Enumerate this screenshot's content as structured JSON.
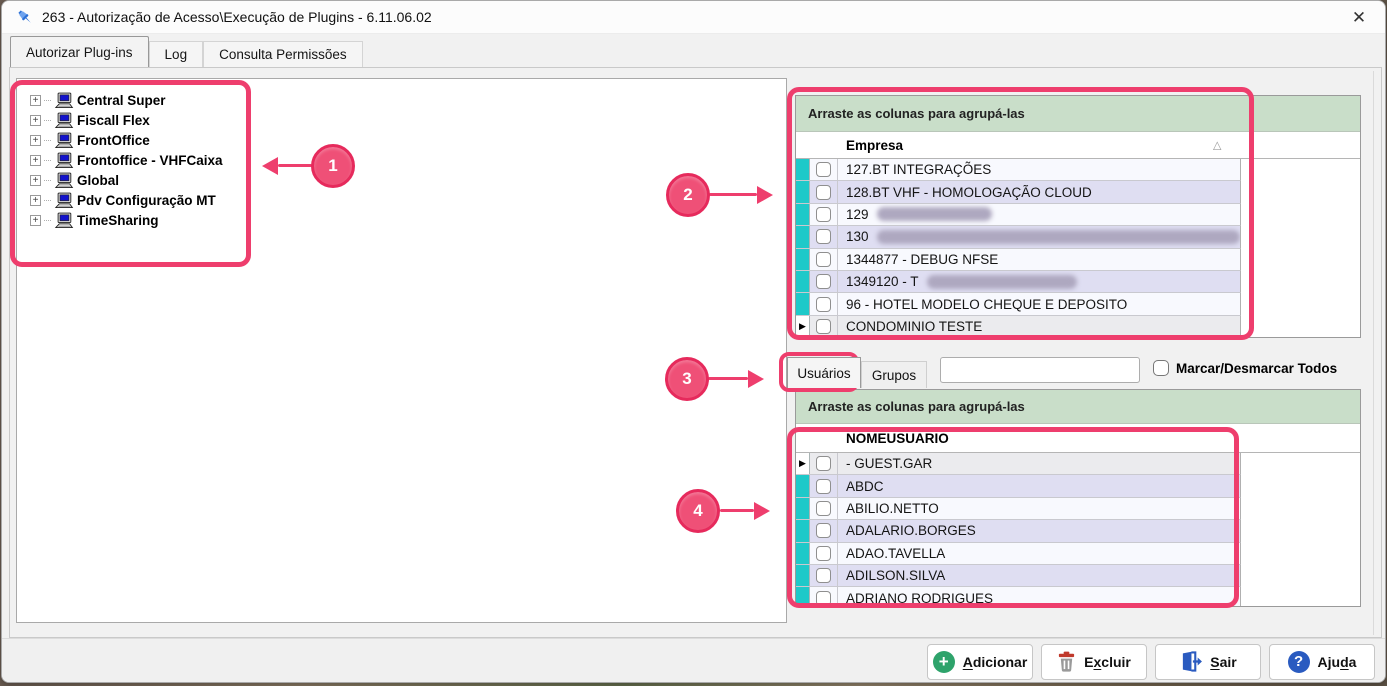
{
  "window": {
    "title": "263 - Autorização de Acesso\\Execução de Plugins - 6.11.06.02",
    "close_icon": "✕"
  },
  "tabs": {
    "items": [
      {
        "label": "Autorizar Plug-ins",
        "active": true
      },
      {
        "label": "Log",
        "active": false
      },
      {
        "label": "Consulta Permissões",
        "active": false
      }
    ]
  },
  "tree": {
    "items": [
      "Central Super",
      "Fiscall Flex",
      "FrontOffice",
      "Frontoffice - VHFCaixa",
      "Global",
      "Pdv Configuração MT",
      "TimeSharing"
    ]
  },
  "grids": {
    "empresa": {
      "group_hint": "Arraste as colunas para agrupá-las",
      "column": "Empresa",
      "sort_icon": "△",
      "rows": [
        {
          "label": "127.BT INTEGRAÇÕES"
        },
        {
          "label": "128.BT VHF - HOMOLOGAÇÃO CLOUD"
        },
        {
          "label": "129",
          "redacted_width": 115
        },
        {
          "label": "130",
          "redacted_width": 385
        },
        {
          "label": "1344877 - DEBUG NFSE"
        },
        {
          "label": "1349120 - T",
          "redacted_width": 150
        },
        {
          "label": "96 - HOTEL MODELO CHEQUE E DEPOSITO"
        },
        {
          "label": "CONDOMINIO TESTE",
          "selected": true
        }
      ]
    },
    "usuarios": {
      "group_hint": "Arraste as colunas para agrupá-las",
      "column": "NOMEUSUARIO",
      "rows": [
        {
          "label": "- GUEST.GAR",
          "selected": true
        },
        {
          "label": "ABDC"
        },
        {
          "label": "ABILIO.NETTO"
        },
        {
          "label": "ADALARIO.BORGES"
        },
        {
          "label": "ADAO.TAVELLA"
        },
        {
          "label": "ADILSON.SILVA"
        },
        {
          "label": "ADRIANO RODRIGUES"
        }
      ]
    }
  },
  "subtabs": {
    "items": [
      {
        "label": "Usuários",
        "active": true
      },
      {
        "label": "Grupos",
        "active": false
      }
    ]
  },
  "filter": {
    "value": "",
    "placeholder": ""
  },
  "select_all": {
    "label": "Marcar/Desmarcar Todos",
    "checked": false
  },
  "footer": {
    "buttons": [
      {
        "name": "adicionar",
        "icon": "plus-circle-icon",
        "pre": "",
        "mn": "A",
        "post": "dicionar"
      },
      {
        "name": "excluir",
        "icon": "trash-icon",
        "pre": "E",
        "mn": "x",
        "post": "cluir"
      },
      {
        "name": "sair",
        "icon": "exit-door-icon",
        "pre": "",
        "mn": "S",
        "post": "air"
      },
      {
        "name": "ajuda",
        "icon": "help-circle-icon",
        "pre": "Aju",
        "mn": "d",
        "post": "a"
      }
    ]
  },
  "annotations": {
    "items": [
      "1",
      "2",
      "3",
      "4"
    ]
  },
  "colors": {
    "annotation": "#ee3e6d",
    "row_indicator": "#1ec9c9",
    "group_bar": "#c9dec9",
    "row_alt": "#dfdef2",
    "row_selected": "#ebebee",
    "icon_add": "#2ea36b",
    "icon_trash": "#c0392b",
    "icon_exit": "#2a5bc0",
    "icon_help": "#2a5bc0"
  }
}
